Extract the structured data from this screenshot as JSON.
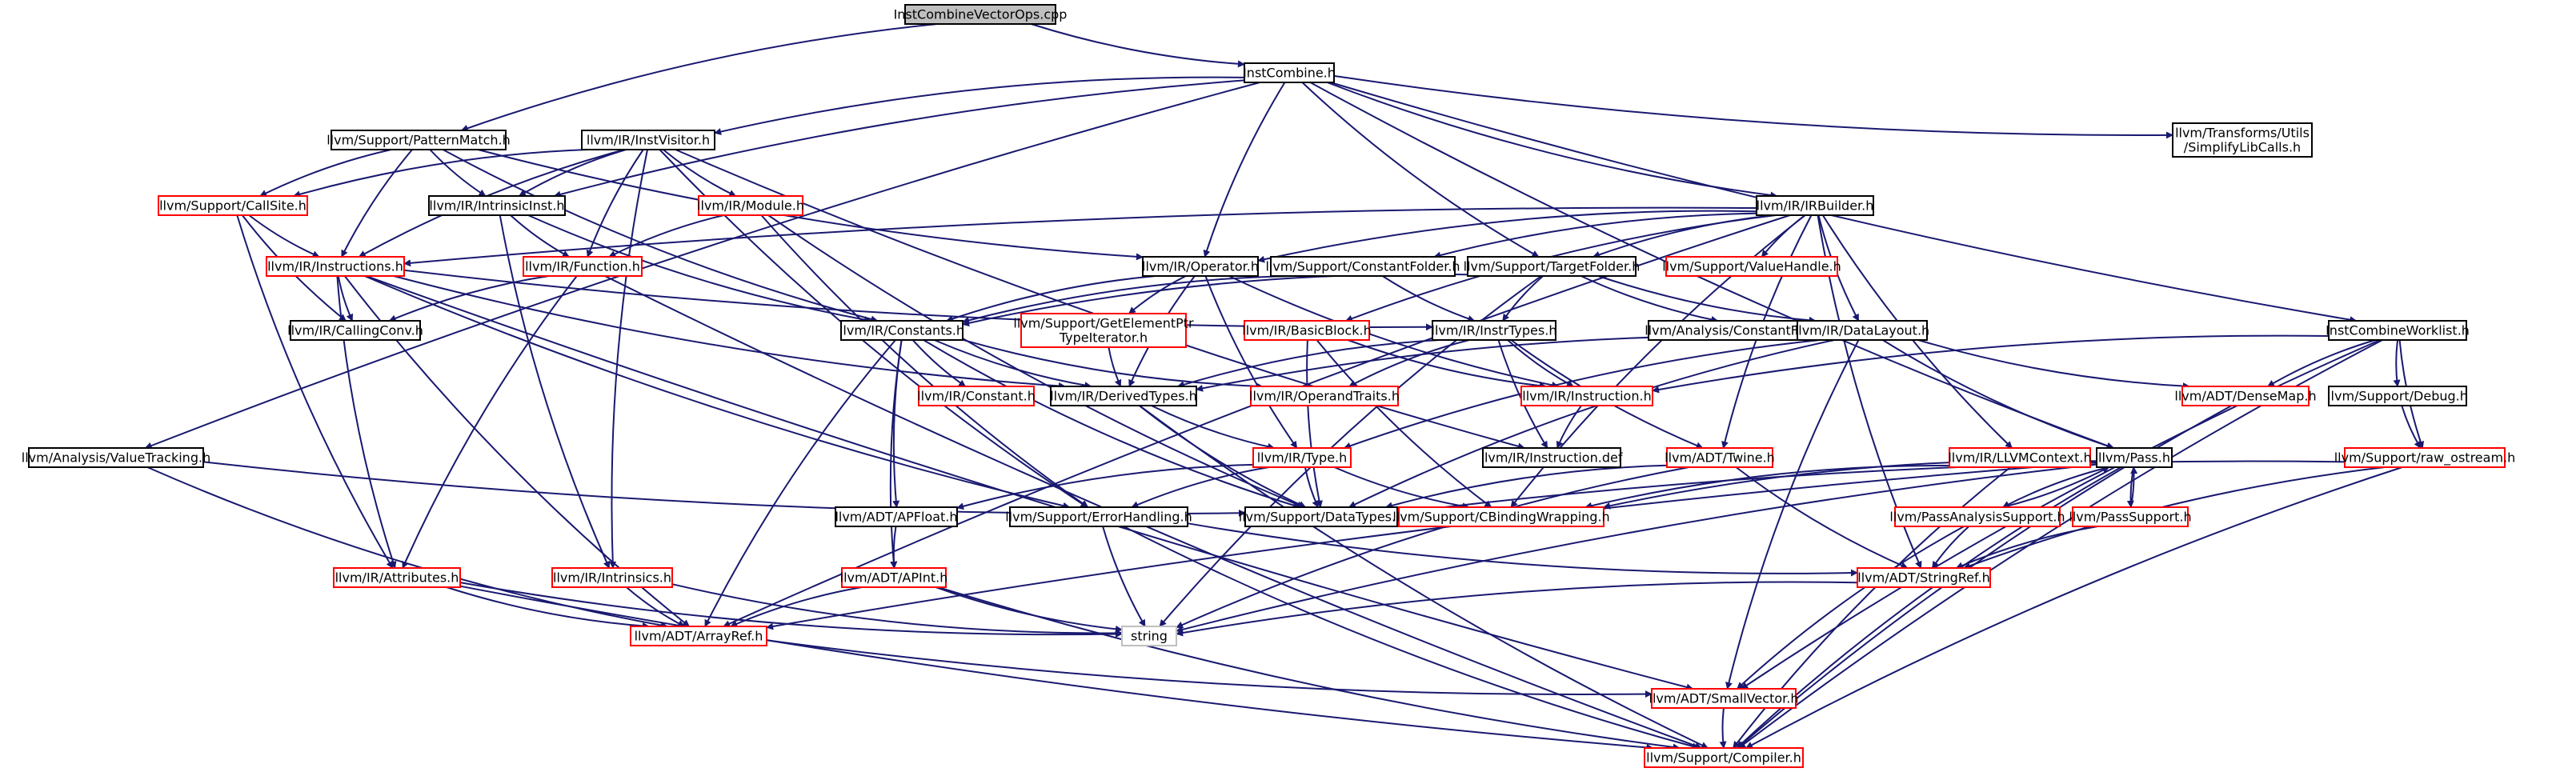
{
  "colors": {
    "edge": "#191970",
    "box_default": "#000000",
    "box_red": "#ff0000",
    "root_fill": "#bfbfbf",
    "string_border": "#bfbfbf",
    "text": "#000000"
  },
  "nodes": [
    {
      "id": "root",
      "label": "InstCombineVectorOps.cpp",
      "style": "root"
    },
    {
      "id": "ic",
      "label": "InstCombine.h",
      "style": "black"
    },
    {
      "id": "pm",
      "label": "llvm/Support/PatternMatch.h",
      "style": "black"
    },
    {
      "id": "iv",
      "label": "llvm/IR/InstVisitor.h",
      "style": "black"
    },
    {
      "id": "slc",
      "label": "llvm/Transforms/Utils\n/SimplifyLibCalls.h",
      "style": "black"
    },
    {
      "id": "cs",
      "label": "llvm/Support/CallSite.h",
      "style": "red"
    },
    {
      "id": "ii",
      "label": "llvm/IR/IntrinsicInst.h",
      "style": "black"
    },
    {
      "id": "mod",
      "label": "llvm/IR/Module.h",
      "style": "red"
    },
    {
      "id": "irb",
      "label": "llvm/IR/IRBuilder.h",
      "style": "black"
    },
    {
      "id": "instrs",
      "label": "llvm/IR/Instructions.h",
      "style": "red"
    },
    {
      "id": "func",
      "label": "llvm/IR/Function.h",
      "style": "red"
    },
    {
      "id": "op",
      "label": "llvm/IR/Operator.h",
      "style": "black"
    },
    {
      "id": "cf",
      "label": "llvm/Support/ConstantFolder.h",
      "style": "black"
    },
    {
      "id": "tf",
      "label": "llvm/Support/TargetFolder.h",
      "style": "black"
    },
    {
      "id": "vh",
      "label": "llvm/Support/ValueHandle.h",
      "style": "red"
    },
    {
      "id": "cc",
      "label": "llvm/IR/CallingConv.h",
      "style": "black"
    },
    {
      "id": "consts",
      "label": "llvm/IR/Constants.h",
      "style": "black"
    },
    {
      "id": "gep",
      "label": "llvm/Support/GetElementPtr\nTypeIterator.h",
      "style": "red"
    },
    {
      "id": "bb",
      "label": "llvm/IR/BasicBlock.h",
      "style": "red"
    },
    {
      "id": "it",
      "label": "llvm/IR/InstrTypes.h",
      "style": "black"
    },
    {
      "id": "acf",
      "label": "llvm/Analysis/ConstantFolding.h",
      "style": "black"
    },
    {
      "id": "dl",
      "label": "llvm/IR/DataLayout.h",
      "style": "black"
    },
    {
      "id": "icw",
      "label": "InstCombineWorklist.h",
      "style": "black"
    },
    {
      "id": "const",
      "label": "llvm/IR/Constant.h",
      "style": "red"
    },
    {
      "id": "dt",
      "label": "llvm/IR/DerivedTypes.h",
      "style": "black"
    },
    {
      "id": "ot",
      "label": "llvm/IR/OperandTraits.h",
      "style": "red"
    },
    {
      "id": "inst",
      "label": "llvm/IR/Instruction.h",
      "style": "red"
    },
    {
      "id": "dm",
      "label": "llvm/ADT/DenseMap.h",
      "style": "red"
    },
    {
      "id": "dbg",
      "label": "llvm/Support/Debug.h",
      "style": "black"
    },
    {
      "id": "vt",
      "label": "llvm/Analysis/ValueTracking.h",
      "style": "black"
    },
    {
      "id": "type",
      "label": "llvm/IR/Type.h",
      "style": "red"
    },
    {
      "id": "idef",
      "label": "llvm/IR/Instruction.def",
      "style": "white"
    },
    {
      "id": "twine",
      "label": "llvm/ADT/Twine.h",
      "style": "red"
    },
    {
      "id": "ctx",
      "label": "llvm/IR/LLVMContext.h",
      "style": "red"
    },
    {
      "id": "pass",
      "label": "llvm/Pass.h",
      "style": "black"
    },
    {
      "id": "ro",
      "label": "llvm/Support/raw_ostream.h",
      "style": "red"
    },
    {
      "id": "apf",
      "label": "llvm/ADT/APFloat.h",
      "style": "black"
    },
    {
      "id": "eh",
      "label": "llvm/Support/ErrorHandling.h",
      "style": "black"
    },
    {
      "id": "sdt",
      "label": "llvm/Support/DataTypes.h",
      "style": "black"
    },
    {
      "id": "cbw",
      "label": "llvm/Support/CBindingWrapping.h",
      "style": "red"
    },
    {
      "id": "pas",
      "label": "llvm/PassAnalysisSupport.h",
      "style": "red"
    },
    {
      "id": "ps",
      "label": "llvm/PassSupport.h",
      "style": "red"
    },
    {
      "id": "attr",
      "label": "llvm/IR/Attributes.h",
      "style": "red"
    },
    {
      "id": "intr",
      "label": "llvm/IR/Intrinsics.h",
      "style": "red"
    },
    {
      "id": "apint",
      "label": "llvm/ADT/APInt.h",
      "style": "red"
    },
    {
      "id": "sr",
      "label": "llvm/ADT/StringRef.h",
      "style": "red"
    },
    {
      "id": "str",
      "label": "string",
      "style": "plain"
    },
    {
      "id": "ar",
      "label": "llvm/ADT/ArrayRef.h",
      "style": "red"
    },
    {
      "id": "sv",
      "label": "llvm/ADT/SmallVector.h",
      "style": "red"
    },
    {
      "id": "comp",
      "label": "llvm/Support/Compiler.h",
      "style": "red"
    }
  ],
  "edges": [
    [
      "root",
      "ic"
    ],
    [
      "root",
      "pm"
    ],
    [
      "ic",
      "iv"
    ],
    [
      "ic",
      "ii"
    ],
    [
      "ic",
      "op"
    ],
    [
      "ic",
      "tf"
    ],
    [
      "ic",
      "irb"
    ],
    [
      "ic",
      "slc"
    ],
    [
      "ic",
      "icw"
    ],
    [
      "ic",
      "pass"
    ],
    [
      "ic",
      "vt"
    ],
    [
      "pm",
      "cs"
    ],
    [
      "pm",
      "ii"
    ],
    [
      "pm",
      "instrs"
    ],
    [
      "pm",
      "op"
    ],
    [
      "pm",
      "consts"
    ],
    [
      "iv",
      "cs"
    ],
    [
      "iv",
      "ii"
    ],
    [
      "iv",
      "mod"
    ],
    [
      "iv",
      "func"
    ],
    [
      "iv",
      "instrs"
    ],
    [
      "iv",
      "intr"
    ],
    [
      "iv",
      "eh"
    ],
    [
      "iv",
      "idef"
    ],
    [
      "cs",
      "instrs"
    ],
    [
      "cs",
      "cc"
    ],
    [
      "cs",
      "attr"
    ],
    [
      "ii",
      "func"
    ],
    [
      "ii",
      "consts"
    ],
    [
      "ii",
      "intr"
    ],
    [
      "mod",
      "func"
    ],
    [
      "mod",
      "sdt"
    ],
    [
      "mod",
      "eh"
    ],
    [
      "irb",
      "instrs"
    ],
    [
      "irb",
      "op"
    ],
    [
      "irb",
      "cf"
    ],
    [
      "irb",
      "tf"
    ],
    [
      "irb",
      "vh"
    ],
    [
      "irb",
      "bb"
    ],
    [
      "irb",
      "dl"
    ],
    [
      "irb",
      "twine"
    ],
    [
      "irb",
      "ctx"
    ],
    [
      "irb",
      "sr"
    ],
    [
      "irb",
      "cbw"
    ],
    [
      "irb",
      "ar"
    ],
    [
      "instrs",
      "cc"
    ],
    [
      "instrs",
      "attr"
    ],
    [
      "instrs",
      "it"
    ],
    [
      "instrs",
      "dt"
    ],
    [
      "instrs",
      "ar"
    ],
    [
      "instrs",
      "eh"
    ],
    [
      "instrs",
      "sv"
    ],
    [
      "func",
      "cc"
    ],
    [
      "func",
      "attr"
    ],
    [
      "func",
      "comp"
    ],
    [
      "op",
      "consts"
    ],
    [
      "op",
      "dt"
    ],
    [
      "op",
      "gep"
    ],
    [
      "op",
      "inst"
    ],
    [
      "op",
      "type"
    ],
    [
      "cf",
      "consts"
    ],
    [
      "cf",
      "it"
    ],
    [
      "tf",
      "consts"
    ],
    [
      "tf",
      "it"
    ],
    [
      "tf",
      "acf"
    ],
    [
      "tf",
      "dl"
    ],
    [
      "tf",
      "str"
    ],
    [
      "consts",
      "const"
    ],
    [
      "consts",
      "dt"
    ],
    [
      "consts",
      "ot"
    ],
    [
      "consts",
      "apint"
    ],
    [
      "consts",
      "apf"
    ],
    [
      "consts",
      "ar"
    ],
    [
      "consts",
      "sdt"
    ],
    [
      "gep",
      "dt"
    ],
    [
      "bb",
      "inst"
    ],
    [
      "bb",
      "sdt"
    ],
    [
      "bb",
      "cbw"
    ],
    [
      "it",
      "inst"
    ],
    [
      "it",
      "ot"
    ],
    [
      "it",
      "dt"
    ],
    [
      "it",
      "idef"
    ],
    [
      "it",
      "twine"
    ],
    [
      "dl",
      "dt"
    ],
    [
      "dl",
      "type"
    ],
    [
      "dl",
      "dm"
    ],
    [
      "dl",
      "pass"
    ],
    [
      "dl",
      "sv"
    ],
    [
      "dl",
      "sdt"
    ],
    [
      "icw",
      "inst"
    ],
    [
      "icw",
      "dm"
    ],
    [
      "icw",
      "dbg"
    ],
    [
      "icw",
      "ro"
    ],
    [
      "icw",
      "sv"
    ],
    [
      "icw",
      "comp"
    ],
    [
      "dt",
      "type"
    ],
    [
      "dt",
      "sdt"
    ],
    [
      "dt",
      "comp"
    ],
    [
      "inst",
      "idef"
    ],
    [
      "dm",
      "comp"
    ],
    [
      "dbg",
      "ro"
    ],
    [
      "vt",
      "ar"
    ],
    [
      "vt",
      "sdt"
    ],
    [
      "type",
      "sdt"
    ],
    [
      "type",
      "eh"
    ],
    [
      "type",
      "cbw"
    ],
    [
      "type",
      "apf"
    ],
    [
      "twine",
      "sr"
    ],
    [
      "twine",
      "sdt"
    ],
    [
      "twine",
      "str"
    ],
    [
      "ctx",
      "cbw"
    ],
    [
      "ctx",
      "comp"
    ],
    [
      "pass",
      "pas"
    ],
    [
      "pass",
      "ps"
    ],
    [
      "pass",
      "str"
    ],
    [
      "pass",
      "ar"
    ],
    [
      "pass",
      "comp"
    ],
    [
      "pass",
      "cbw"
    ],
    [
      "pas",
      "pass"
    ],
    [
      "pas",
      "sr"
    ],
    [
      "pas",
      "sv"
    ],
    [
      "ps",
      "pass"
    ],
    [
      "ps",
      "sr"
    ],
    [
      "ro",
      "sr"
    ],
    [
      "ro",
      "comp"
    ],
    [
      "ro",
      "sdt"
    ],
    [
      "apf",
      "apint"
    ],
    [
      "eh",
      "sr"
    ],
    [
      "eh",
      "comp"
    ],
    [
      "eh",
      "str"
    ],
    [
      "attr",
      "ar"
    ],
    [
      "attr",
      "str"
    ],
    [
      "attr",
      "comp"
    ],
    [
      "intr",
      "ar"
    ],
    [
      "intr",
      "str"
    ],
    [
      "apint",
      "ar"
    ],
    [
      "apint",
      "str"
    ],
    [
      "apint",
      "comp"
    ],
    [
      "sr",
      "str"
    ],
    [
      "ar",
      "sv"
    ],
    [
      "sv",
      "comp"
    ]
  ]
}
